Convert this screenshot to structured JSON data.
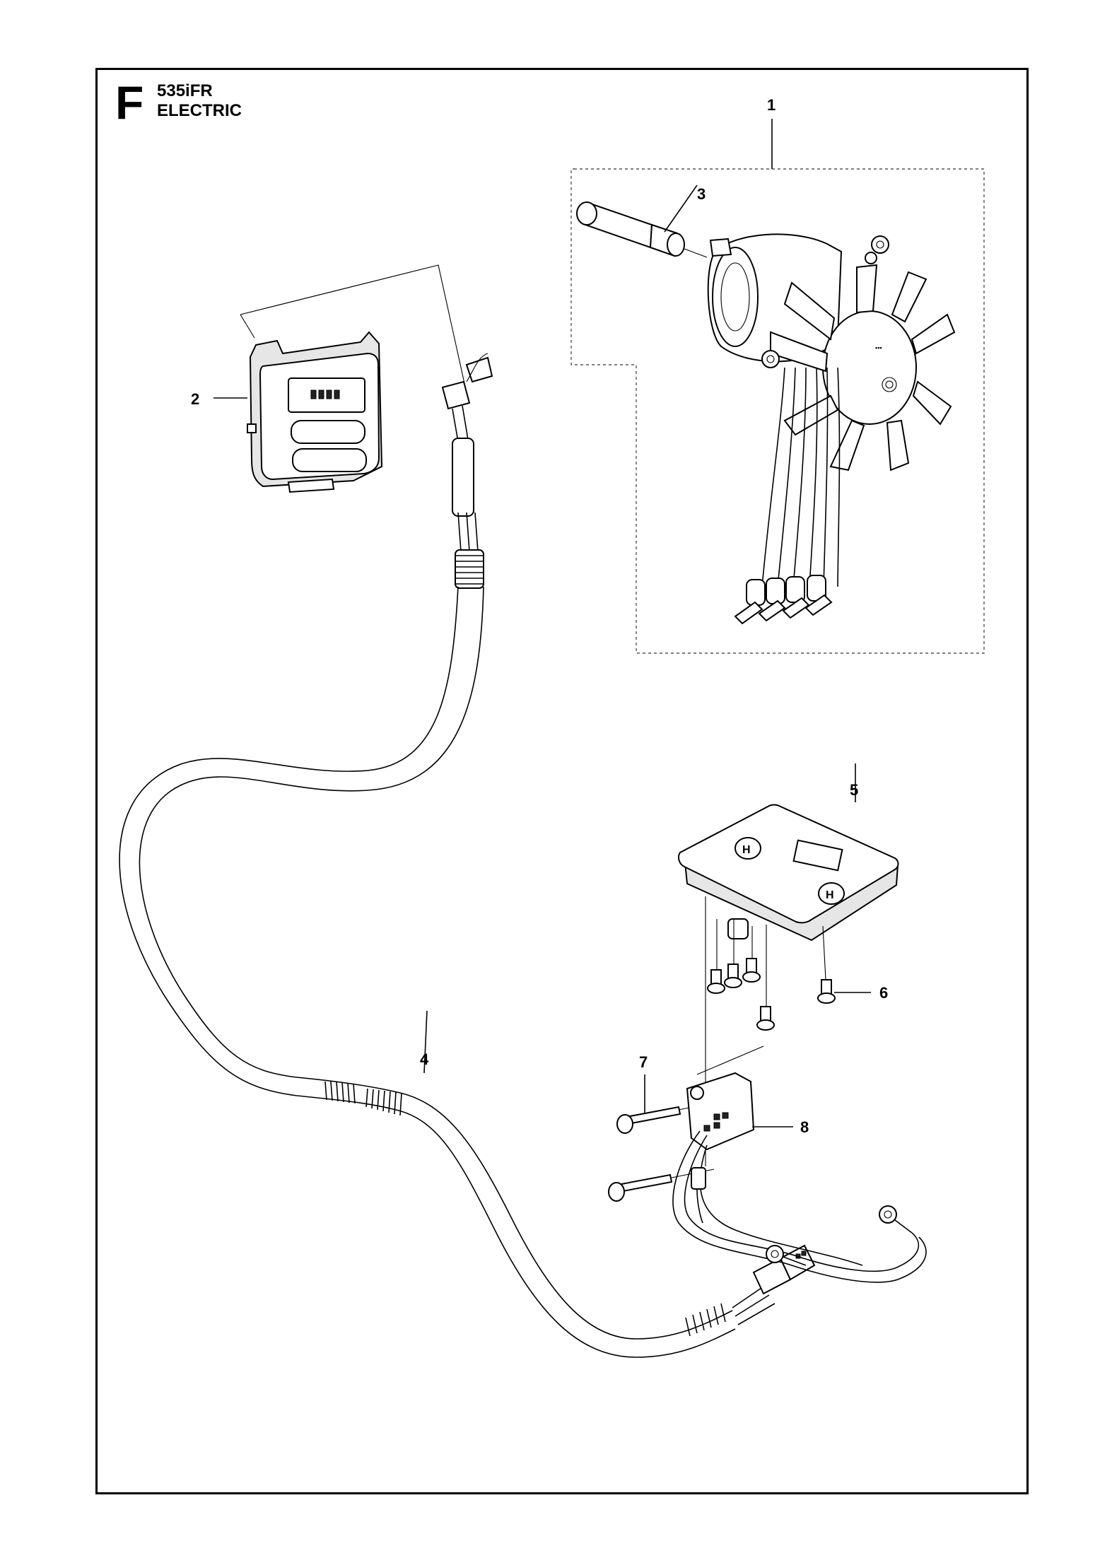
{
  "header": {
    "section_letter": "F",
    "model": "535iFR",
    "group": "ELECTRIC"
  },
  "callouts": [
    {
      "id": "1",
      "label": "1"
    },
    {
      "id": "2",
      "label": "2"
    },
    {
      "id": "3",
      "label": "3"
    },
    {
      "id": "4",
      "label": "4"
    },
    {
      "id": "5",
      "label": "5"
    },
    {
      "id": "6",
      "label": "6"
    },
    {
      "id": "7",
      "label": "7"
    },
    {
      "id": "8",
      "label": "8"
    }
  ]
}
